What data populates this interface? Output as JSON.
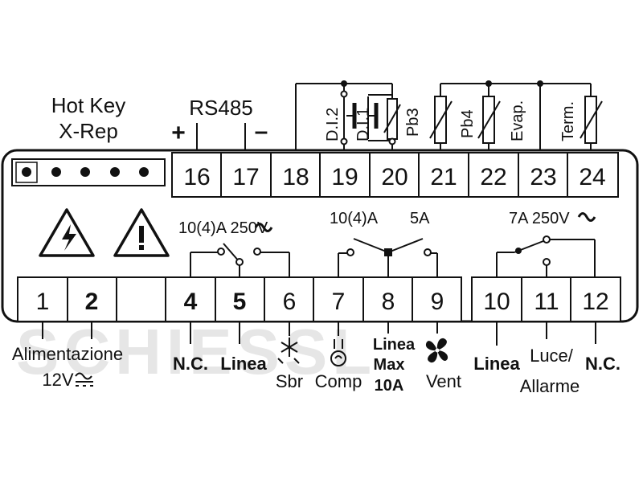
{
  "hotkey": {
    "line1": "Hot Key",
    "line2": "X-Rep"
  },
  "rs485": {
    "label": "RS485",
    "plus": "+",
    "minus": "–"
  },
  "sensors": {
    "di2": "D.I.2",
    "di1": "D.I.1",
    "pb3": "Pb3",
    "pb4": "Pb4",
    "evap": "Evap.",
    "term": "Term."
  },
  "top_terminals": [
    "16",
    "17",
    "18",
    "19",
    "20",
    "21",
    "22",
    "23",
    "24"
  ],
  "bottom_terminals": [
    "1",
    "2",
    "",
    "4",
    "5",
    "6",
    "7",
    "8",
    "9",
    "10",
    "11",
    "12"
  ],
  "ratings": {
    "relay1": "10(4)A 250V",
    "relay2a": "10(4)A",
    "relay2b": "5A",
    "relay3": "7A 250V"
  },
  "labels": {
    "alimentazione": "Alimentazione",
    "supply": "12V",
    "nc1": "N.C.",
    "linea1": "Linea",
    "sbr": "Sbr",
    "comp": "Comp",
    "linea_max": [
      "Linea",
      "Max",
      "10A"
    ],
    "vent": "Vent",
    "linea3": "Linea",
    "luce": [
      "Luce/",
      "Allarme"
    ],
    "nc2": "N.C."
  },
  "watermark": "SCHIESSL"
}
